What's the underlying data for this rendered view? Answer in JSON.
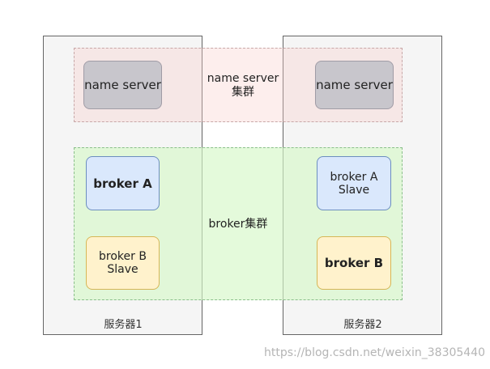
{
  "servers": [
    {
      "label": "服务器1"
    },
    {
      "label": "服务器2"
    }
  ],
  "nameserver_cluster": {
    "label_line1": "name server",
    "label_line2": "集群",
    "nodes": [
      "name server",
      "name server"
    ]
  },
  "broker_cluster": {
    "label": "broker集群",
    "server1_master": "broker A",
    "server1_slave_line1": "broker B",
    "server1_slave_line2": "Slave",
    "server2_slave_line1": "broker A",
    "server2_slave_line2": "Slave",
    "server2_master": "broker B"
  },
  "colors": {
    "server_fill": "#f5f5f5",
    "nameserver_cluster_fill": "#f8cecc",
    "broker_cluster_fill": "#d5f8c8",
    "nameserver_node_fill": "#c8c6cc",
    "master_node_fill": "#dae8fc",
    "slave_node_fill": "#fff2cc"
  },
  "watermark": "https://blog.csdn.net/weixin_38305440"
}
